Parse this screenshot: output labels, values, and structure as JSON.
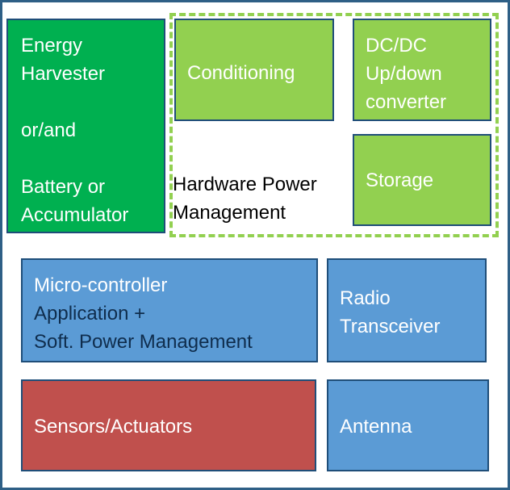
{
  "energy_block": {
    "line1": "Energy",
    "line2": "Harvester",
    "line3": "or/and",
    "line4": "Battery or",
    "line5": "Accumulator"
  },
  "hardware_power_management": {
    "label_line1": "Hardware Power",
    "label_line2": "Management",
    "conditioning": "Conditioning",
    "converter": {
      "line1": "DC/DC",
      "line2": "Up/down",
      "line3": "converter"
    },
    "storage": "Storage"
  },
  "microcontroller": {
    "line1": "Micro-controller",
    "line2": "Application +",
    "line3": "Soft. Power Management"
  },
  "radio": {
    "line1": "Radio",
    "line2": "Transceiver"
  },
  "sensors": "Sensors/Actuators",
  "antenna": "Antenna",
  "colors": {
    "energy": "#00b050",
    "power_blocks": "#92d050",
    "blue_blocks": "#5b9bd5",
    "sensors": "#c0504d",
    "border": "#1f4e79"
  }
}
